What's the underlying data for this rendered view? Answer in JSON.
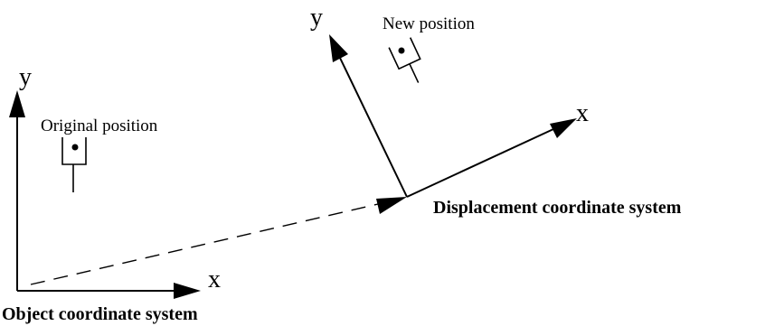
{
  "object_system": {
    "title": "Object coordinate system",
    "x_label": "x",
    "y_label": "y"
  },
  "displacement_system": {
    "title": "Displacement coordinate system",
    "x_label": "x",
    "y_label": "y"
  },
  "markers": {
    "original_label": "Original position",
    "new_label": "New position"
  },
  "colors": {
    "ink": "#000000",
    "background": "#ffffff"
  }
}
